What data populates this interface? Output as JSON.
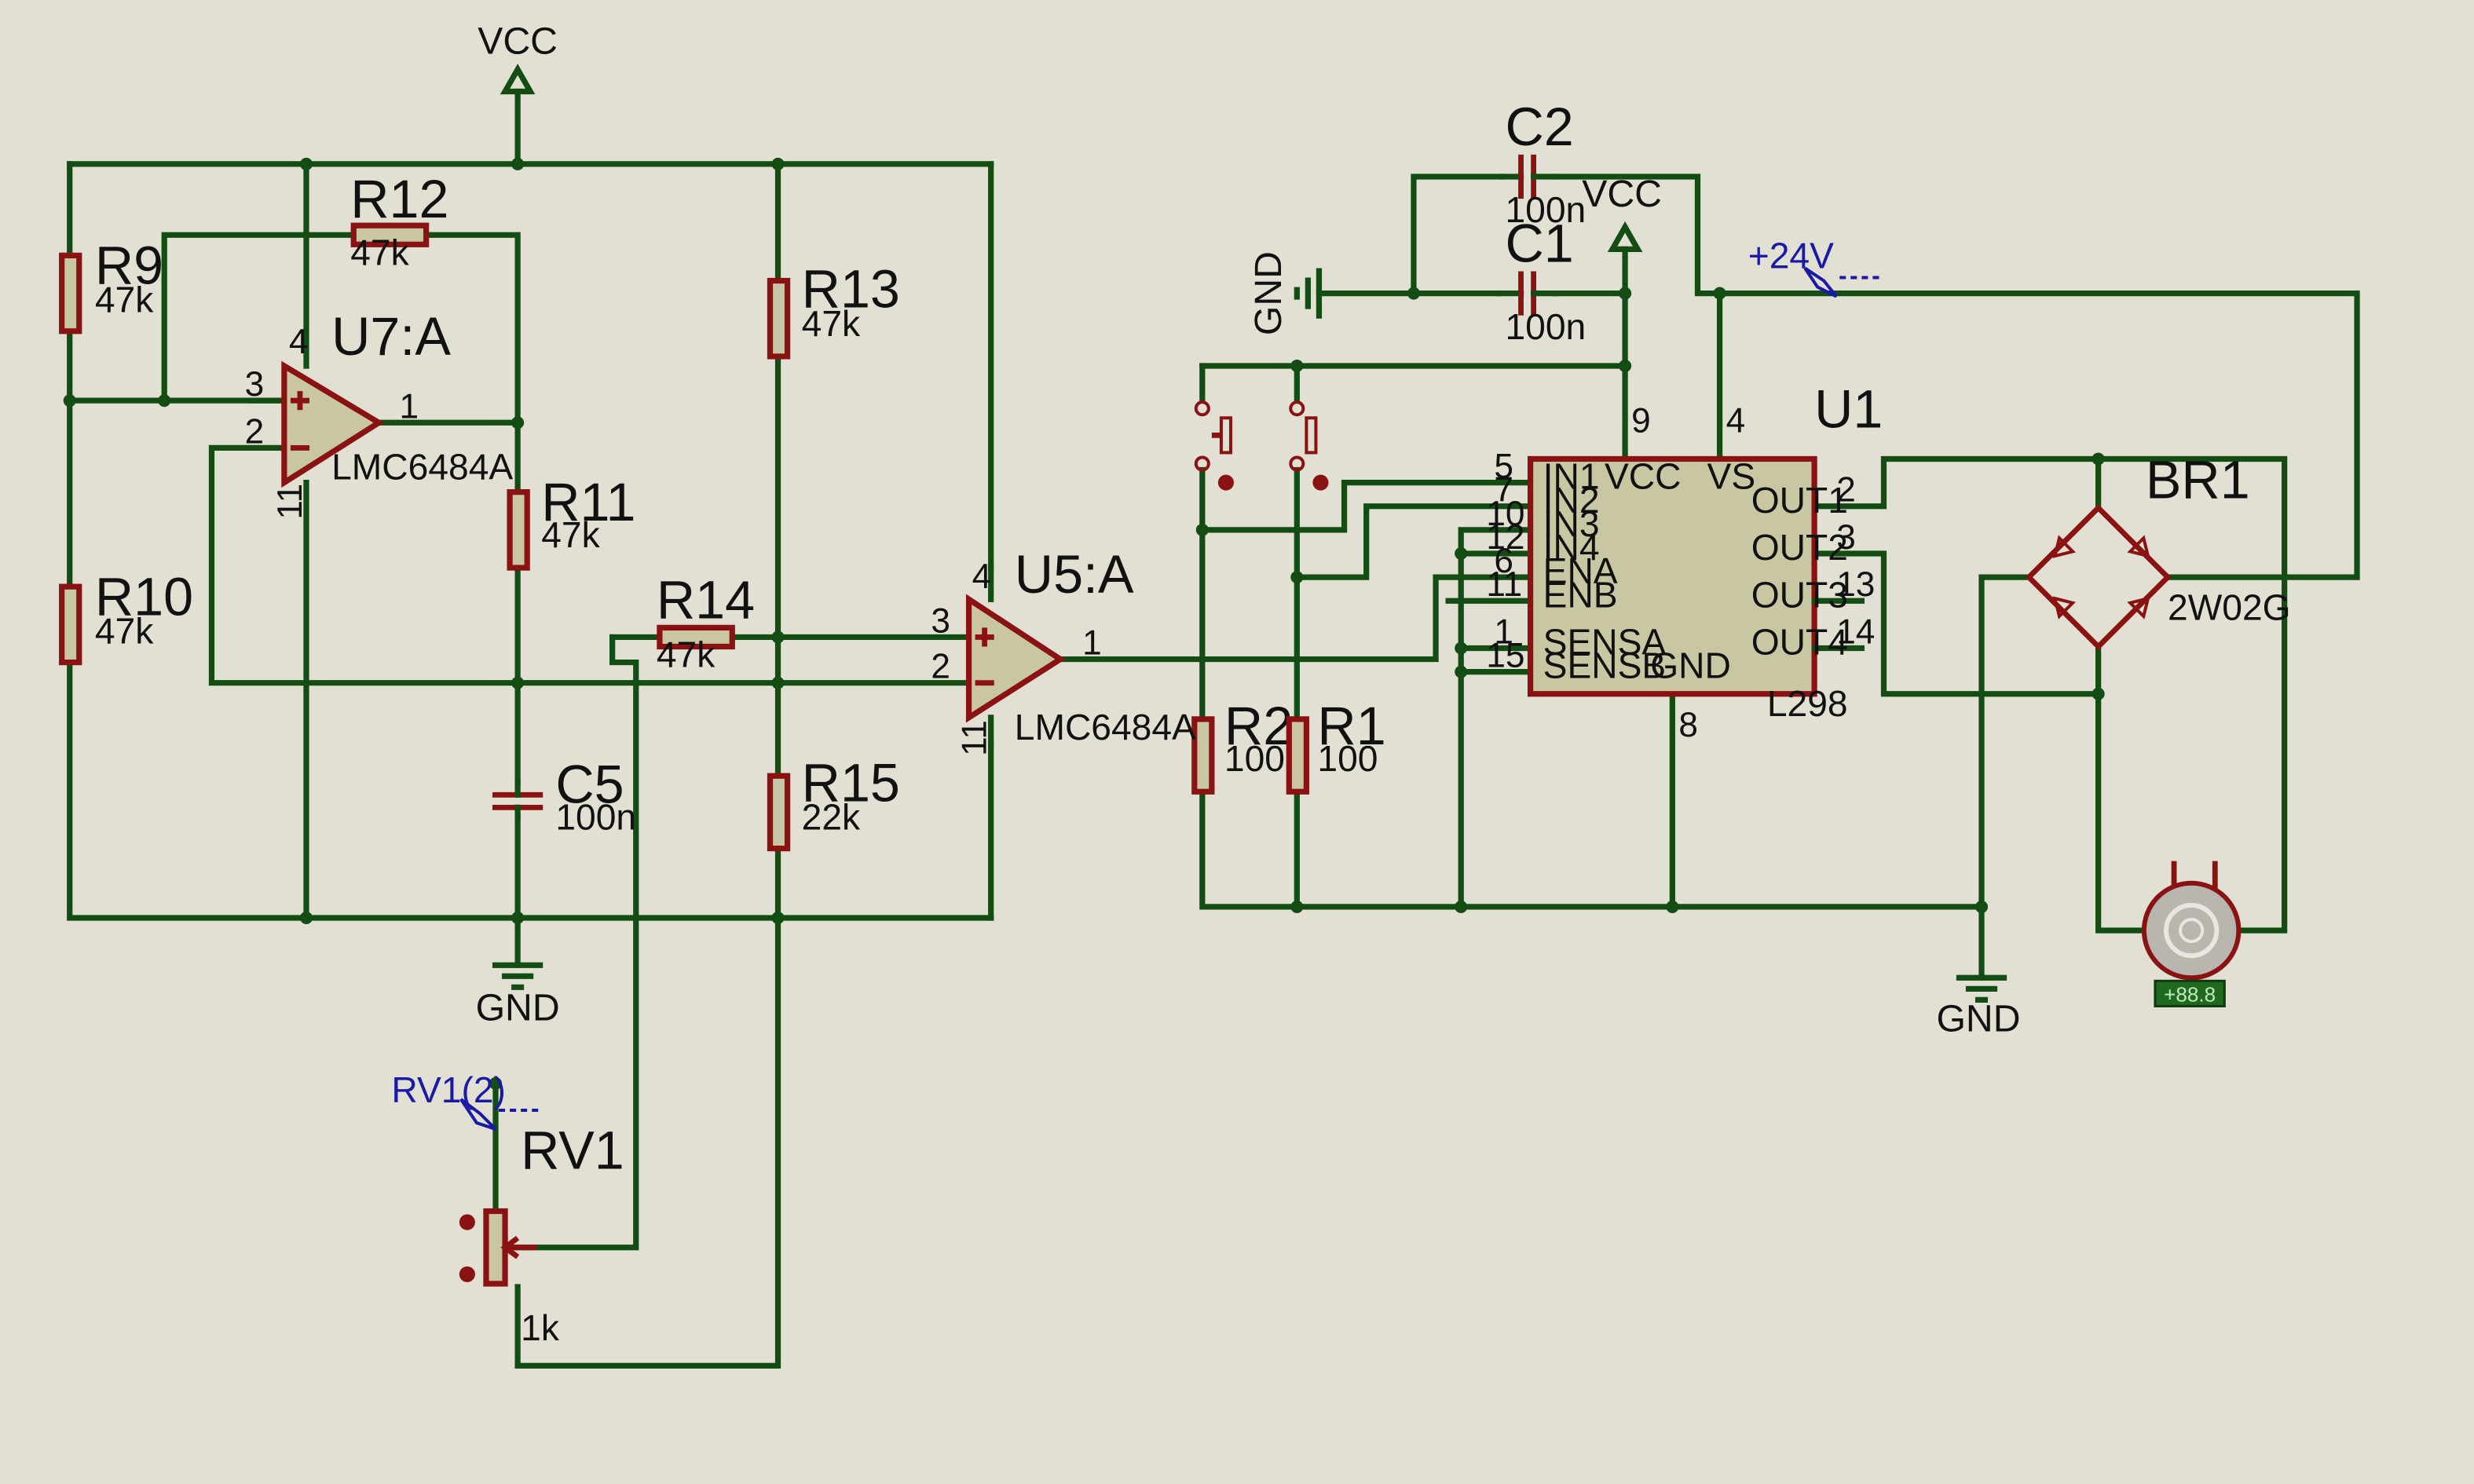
{
  "nets": {
    "vcc1": "VCC",
    "vcc2": "VCC",
    "gnd1": "GND",
    "gnd2": "GND",
    "gnd3": "GND",
    "v24": "+24V",
    "rv1probe": "RV1(2)"
  },
  "resistors": {
    "R9": {
      "ref": "R9",
      "value": "47k"
    },
    "R10": {
      "ref": "R10",
      "value": "47k"
    },
    "R11": {
      "ref": "R11",
      "value": "47k"
    },
    "R12": {
      "ref": "R12",
      "value": "47k"
    },
    "R13": {
      "ref": "R13",
      "value": "47k"
    },
    "R14": {
      "ref": "R14",
      "value": "47k"
    },
    "R15": {
      "ref": "R15",
      "value": "22k"
    },
    "R1": {
      "ref": "R1",
      "value": "100"
    },
    "R2": {
      "ref": "R2",
      "value": "100"
    }
  },
  "capacitors": {
    "C1": {
      "ref": "C1",
      "value": "100n"
    },
    "C2": {
      "ref": "C2",
      "value": "100n"
    },
    "C5": {
      "ref": "C5",
      "value": "100n"
    }
  },
  "opamps": {
    "U7": {
      "ref": "U7:A",
      "part": "LMC6484A",
      "pins": {
        "plus": "3",
        "minus": "2",
        "out": "1",
        "vp": "4",
        "vn": "11"
      }
    },
    "U5": {
      "ref": "U5:A",
      "part": "LMC6484A",
      "pins": {
        "plus": "3",
        "minus": "2",
        "out": "1",
        "vp": "4",
        "vn": "11"
      }
    }
  },
  "rv1": {
    "ref": "RV1",
    "value": "1k"
  },
  "u1": {
    "ref": "U1",
    "part": "L298",
    "left_pins": [
      {
        "num": "5",
        "name": "IN1"
      },
      {
        "num": "7",
        "name": "IN2"
      },
      {
        "num": "10",
        "name": "IN3"
      },
      {
        "num": "12",
        "name": "IN4"
      },
      {
        "num": "6",
        "name": "ENA"
      },
      {
        "num": "11",
        "name": "ENB"
      },
      {
        "num": "1",
        "name": "SENSA"
      },
      {
        "num": "15",
        "name": "SENSB"
      }
    ],
    "right_pins": [
      {
        "num": "2",
        "name": "OUT1"
      },
      {
        "num": "3",
        "name": "OUT2"
      },
      {
        "num": "13",
        "name": "OUT3"
      },
      {
        "num": "14",
        "name": "OUT4"
      }
    ],
    "top_pins": [
      {
        "num": "9",
        "name": "VCC"
      },
      {
        "num": "4",
        "name": "VS"
      }
    ],
    "bottom_pin": {
      "num": "8",
      "name": "GND"
    }
  },
  "br1": {
    "ref": "BR1",
    "part": "2W02G"
  },
  "motor": {
    "readout": "+88.8"
  },
  "colors": {
    "background": "#e1e0d3",
    "wire": "#134d13",
    "component": "#8a1212",
    "body": "#c9c6a3",
    "probe": "#1a1aa6"
  }
}
